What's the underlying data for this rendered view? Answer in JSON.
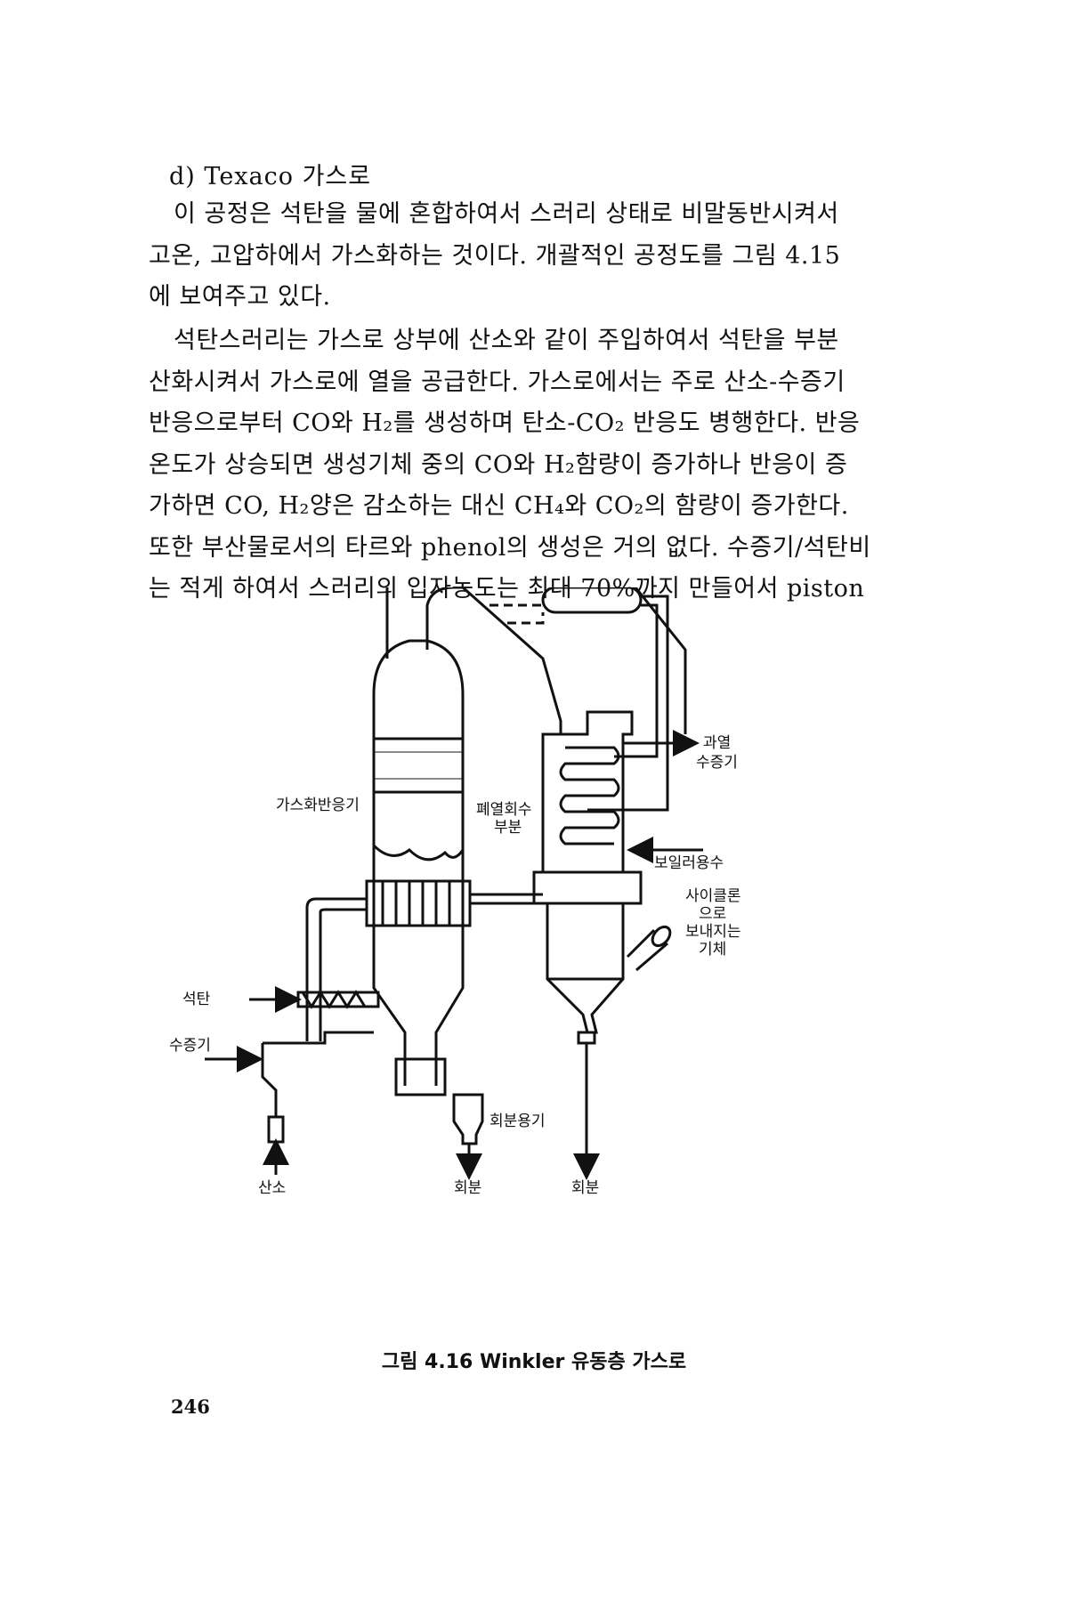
{
  "heading": "d) Texaco 가스로",
  "para1": [
    "이 공정은 석탄을 물에 혼합하여서 스러리 상태로 비말동반시켜서",
    "고온, 고압하에서 가스화하는 것이다. 개괄적인 공정도를 그림 4.15",
    "에 보여주고 있다."
  ],
  "para2": [
    "석탄스러리는 가스로 상부에 산소와 같이 주입하여서 석탄을 부분",
    "산화시켜서 가스로에 열을 공급한다. 가스로에서는 주로 산소-수증기",
    "반응으로부터 CO와 H₂를 생성하며 탄소-CO₂ 반응도 병행한다. 반응",
    "온도가 상승되면 생성기체 중의 CO와 H₂함량이 증가하나 반응이 증",
    "가하면 CO, H₂양은 감소하는 대신 CH₄와 CO₂의 함량이 증가한다.",
    "또한 부산물로서의 타르와 phenol의 생성은 거의 없다. 수증기/석탄비",
    "는 적게 하여서 스러리의 입자농도는 최대 70%까지 만들어서 piston"
  ],
  "diagram": {
    "labels": {
      "gasifier": "가스화반응기",
      "heat_recovery_1": "폐열회수",
      "heat_recovery_2": "부분",
      "superheated_1": "과열",
      "superheated_2": "수증기",
      "boiler_water": "보일러용수",
      "cyclone_1": "사이클론",
      "cyclone_2": "으로",
      "cyclone_3": "보내지는",
      "cyclone_4": "기체",
      "coal": "석탄",
      "steam": "수증기",
      "ash_vessel": "회분용기",
      "oxygen": "산소",
      "ash_1": "회분",
      "ash_2": "회분"
    }
  },
  "caption": "그림 4.16  Winkler 유동층 가스로",
  "page_number": "246"
}
